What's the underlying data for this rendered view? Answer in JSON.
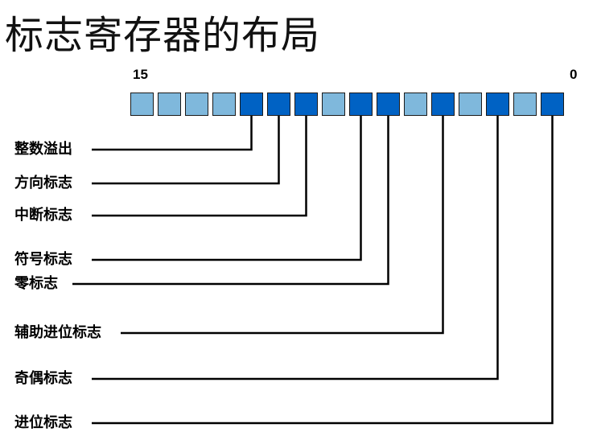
{
  "title": "标志寄存器的布局",
  "register": {
    "high_bit_label": "15",
    "low_bit_label": "0",
    "bits": [
      {
        "bit": 15,
        "kind": "reserved"
      },
      {
        "bit": 14,
        "kind": "reserved"
      },
      {
        "bit": 13,
        "kind": "reserved"
      },
      {
        "bit": 12,
        "kind": "reserved"
      },
      {
        "bit": 11,
        "kind": "flag"
      },
      {
        "bit": 10,
        "kind": "flag"
      },
      {
        "bit": 9,
        "kind": "flag"
      },
      {
        "bit": 8,
        "kind": "reserved"
      },
      {
        "bit": 7,
        "kind": "flag"
      },
      {
        "bit": 6,
        "kind": "flag"
      },
      {
        "bit": 5,
        "kind": "reserved"
      },
      {
        "bit": 4,
        "kind": "flag"
      },
      {
        "bit": 3,
        "kind": "reserved"
      },
      {
        "bit": 2,
        "kind": "flag"
      },
      {
        "bit": 1,
        "kind": "reserved"
      },
      {
        "bit": 0,
        "kind": "flag"
      }
    ],
    "colors": {
      "flag": "#0062c4",
      "reserved": "#7fb8dc",
      "border": "#1a1a1a",
      "line": "#000000"
    }
  },
  "flags": [
    {
      "label": "整数溢出",
      "bit": 11
    },
    {
      "label": "方向标志",
      "bit": 10
    },
    {
      "label": "中断标志",
      "bit": 9
    },
    {
      "label": "符号标志",
      "bit": 7
    },
    {
      "label": "零标志",
      "bit": 6
    },
    {
      "label": "辅助进位标志",
      "bit": 4
    },
    {
      "label": "奇偶标志",
      "bit": 2
    },
    {
      "label": "进位标志",
      "bit": 0
    }
  ]
}
